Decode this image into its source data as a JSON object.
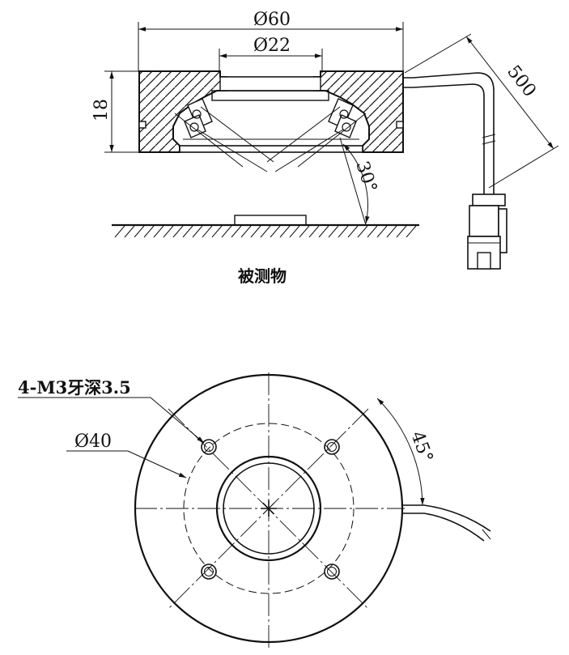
{
  "side_view": {
    "outer_diameter_label": "Ø60",
    "inner_diameter_label": "Ø22",
    "height_label": "18",
    "cable_length_label": "500",
    "angle_label": "30°",
    "object_label": "被测物"
  },
  "top_view": {
    "thread_label": "4-M3牙深3.5",
    "bolt_circle_label": "Ø40",
    "angle_label": "45°"
  }
}
